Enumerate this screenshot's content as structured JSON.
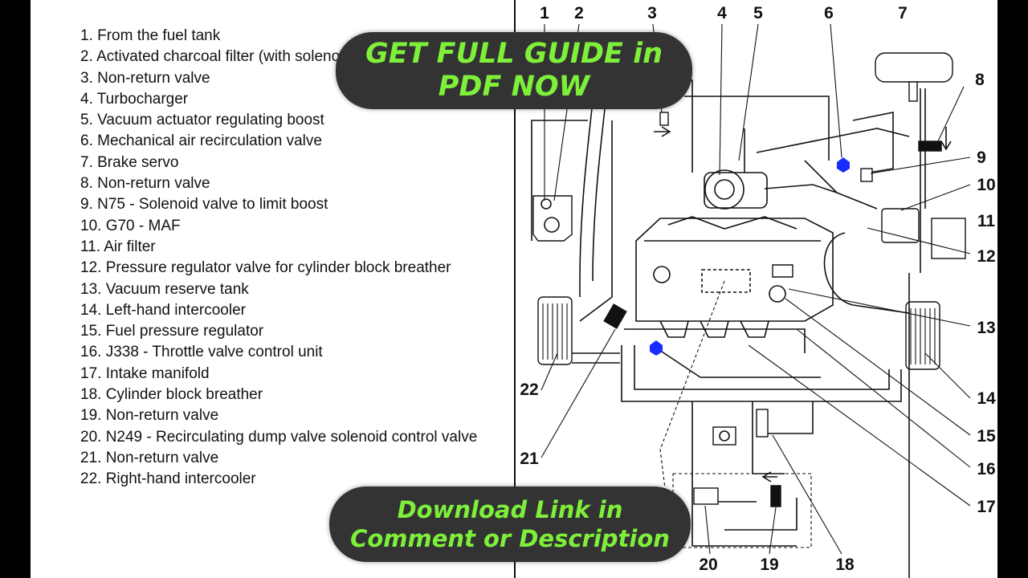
{
  "legend": [
    "1. From the fuel tank",
    "2. Activated charcoal filter   (with solenoid valve N80)",
    "3. Non-return valve",
    "4. Turbocharger",
    "5. Vacuum actuator regulating boost",
    "6. Mechanical air recirculation valve",
    "7. Brake servo",
    "8. Non-return valve",
    "9. N75 - Solenoid valve to limit boost",
    "10. G70 - MAF",
    "11. Air filter",
    "12. Pressure regulator valve for cylinder block breather",
    "13. Vacuum reserve tank",
    "14. Left-hand intercooler",
    "15. Fuel pressure regulator",
    "16. J338 - Throttle valve control unit",
    "17. Intake manifold",
    "18. Cylinder block breather",
    "19. Non-return valve",
    "20. N249 - Recirculating dump valve solenoid control valve",
    "21. Non-return valve",
    "22. Right-hand intercooler"
  ],
  "promo_top": [
    "GET FULL GUIDE in",
    "PDF NOW"
  ],
  "promo_bottom": [
    "Download Link in",
    "Comment or Description"
  ],
  "callouts": [
    "1",
    "2",
    "3",
    "4",
    "5",
    "6",
    "7",
    "8",
    "9",
    "10",
    "11",
    "12",
    "13",
    "14",
    "15",
    "16",
    "17",
    "18",
    "19",
    "20",
    "21",
    "22"
  ],
  "colors": {
    "promo_bg": "#333333",
    "promo_text": "#7ef03a",
    "valve_blue": "#1a2bff",
    "line": "#111111"
  }
}
